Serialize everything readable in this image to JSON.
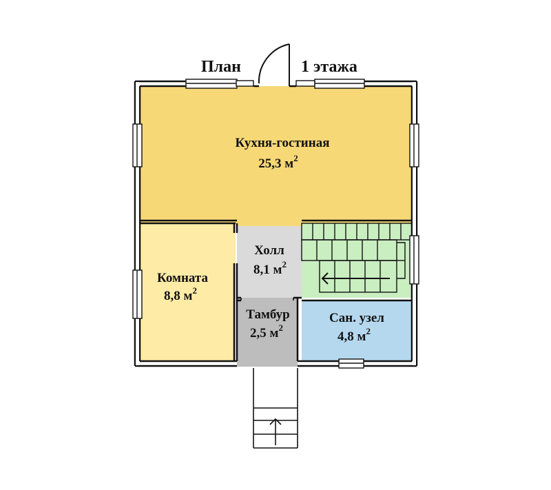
{
  "title": {
    "left": "План",
    "right": "1 этажа"
  },
  "rooms": [
    {
      "name": "Кухня-гостиная",
      "area": "25,3 м",
      "unit_sup": "2",
      "color": "#f6d877"
    },
    {
      "name": "Холл",
      "area": "8,1 м",
      "unit_sup": "2",
      "color": "#dadada"
    },
    {
      "name": "Комната",
      "area": "8,8 м",
      "unit_sup": "2",
      "color": "#fdeba6"
    },
    {
      "name": "Тамбур",
      "area": "2,5 м",
      "unit_sup": "2",
      "color": "#bdbdbd"
    },
    {
      "name": "Сан. узел",
      "area": "4,8 м",
      "unit_sup": "2",
      "color": "#b5d8ef"
    }
  ],
  "stairs": {
    "color": "#c9eec0"
  },
  "colors": {
    "wall": "#111111"
  }
}
